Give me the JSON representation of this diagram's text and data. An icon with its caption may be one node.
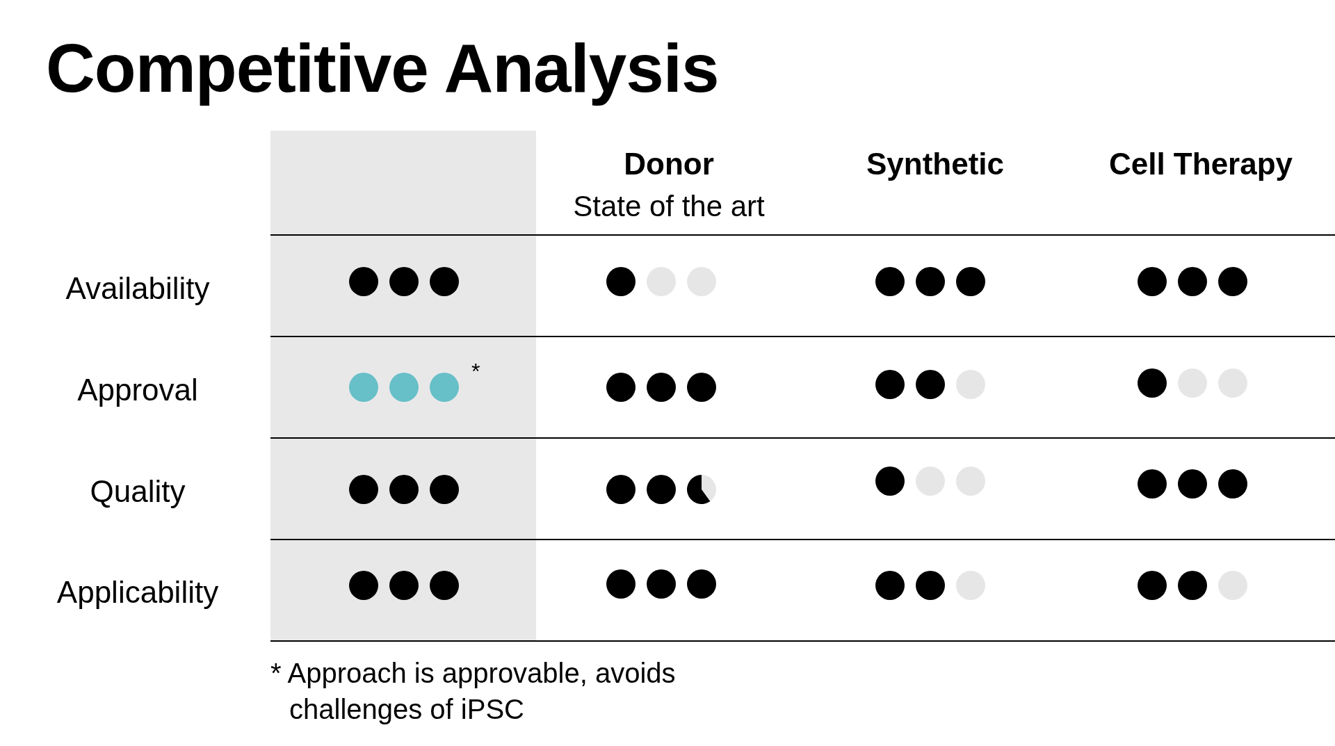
{
  "diagram": {
    "title": "Competitive Analysis",
    "labels": [
      "Donor",
      "State of the art",
      "Synthetic",
      "Cell Therapy",
      "Availability",
      "Approval",
      "*",
      "Quality",
      "Applicability",
      "* Approach is approvable, avoids challenges of iPSC"
    ]
  }
}
